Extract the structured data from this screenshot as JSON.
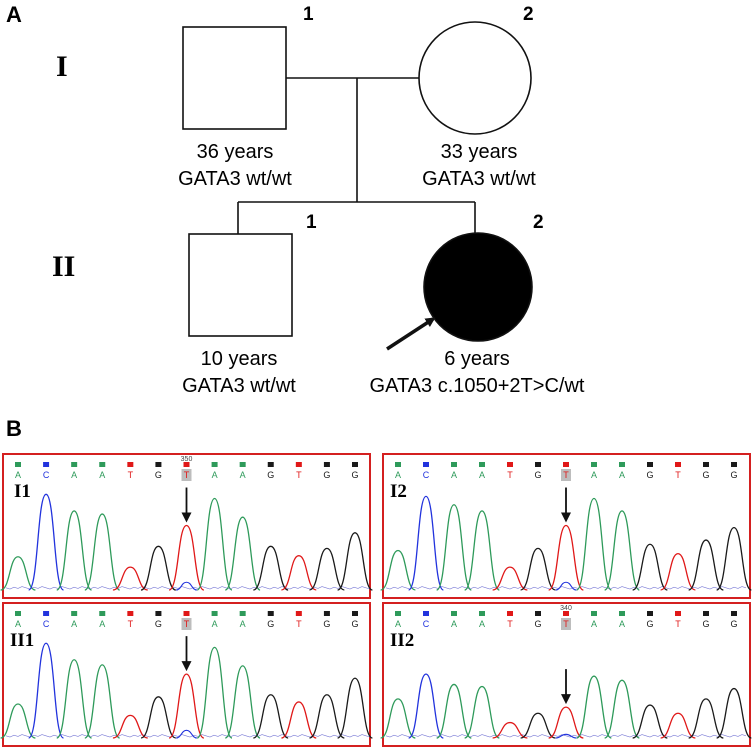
{
  "panel_a": {
    "letter": "A",
    "generations": {
      "one": "I",
      "two": "II"
    },
    "individuals": {
      "i1": {
        "number": "1",
        "age": "36 years",
        "genotype": "GATA3 wt/wt"
      },
      "i2": {
        "number": "2",
        "age": "33 years",
        "genotype": "GATA3 wt/wt"
      },
      "ii1": {
        "number": "1",
        "age": "10 years",
        "genotype": "GATA3 wt/wt"
      },
      "ii2": {
        "number": "2",
        "age": "6 years",
        "genotype": "GATA3 c.1050+2T>C/wt"
      }
    }
  },
  "panel_b": {
    "letter": "B",
    "colors": {
      "A": "#2e9a5a",
      "C": "#2233dd",
      "T": "#e01818",
      "G": "#1a1a1a",
      "frame": "#d42020"
    },
    "traces": [
      {
        "key": "t1",
        "label": "I1",
        "position_label": "350",
        "bases": [
          "A",
          "C",
          "A",
          "A",
          "T",
          "G",
          "T",
          "A",
          "A",
          "G",
          "T",
          "G",
          "G"
        ],
        "peaks": [
          0.32,
          0.92,
          0.76,
          0.73,
          0.22,
          0.42,
          0.62,
          0.88,
          0.7,
          0.42,
          0.33,
          0.4,
          0.55
        ]
      },
      {
        "key": "t2",
        "label": "I2",
        "position_label": "",
        "bases": [
          "A",
          "C",
          "A",
          "A",
          "T",
          "G",
          "T",
          "A",
          "A",
          "G",
          "T",
          "G",
          "G"
        ],
        "peaks": [
          0.38,
          0.9,
          0.82,
          0.76,
          0.22,
          0.4,
          0.62,
          0.88,
          0.76,
          0.44,
          0.35,
          0.48,
          0.6
        ]
      },
      {
        "key": "t3",
        "label": "II1",
        "position_label": "",
        "bases": [
          "A",
          "C",
          "A",
          "A",
          "T",
          "G",
          "T",
          "A",
          "A",
          "G",
          "T",
          "G",
          "G"
        ],
        "peaks": [
          0.33,
          0.92,
          0.76,
          0.71,
          0.22,
          0.4,
          0.62,
          0.88,
          0.7,
          0.42,
          0.35,
          0.42,
          0.58
        ]
      },
      {
        "key": "t4",
        "label": "II2",
        "position_label": "340",
        "bases": [
          "A",
          "C",
          "A",
          "A",
          "T",
          "G",
          "T",
          "A",
          "A",
          "G",
          "T",
          "G",
          "G"
        ],
        "peaks": [
          0.38,
          0.62,
          0.52,
          0.5,
          0.15,
          0.24,
          0.3,
          0.6,
          0.56,
          0.32,
          0.24,
          0.38,
          0.48
        ]
      }
    ]
  }
}
